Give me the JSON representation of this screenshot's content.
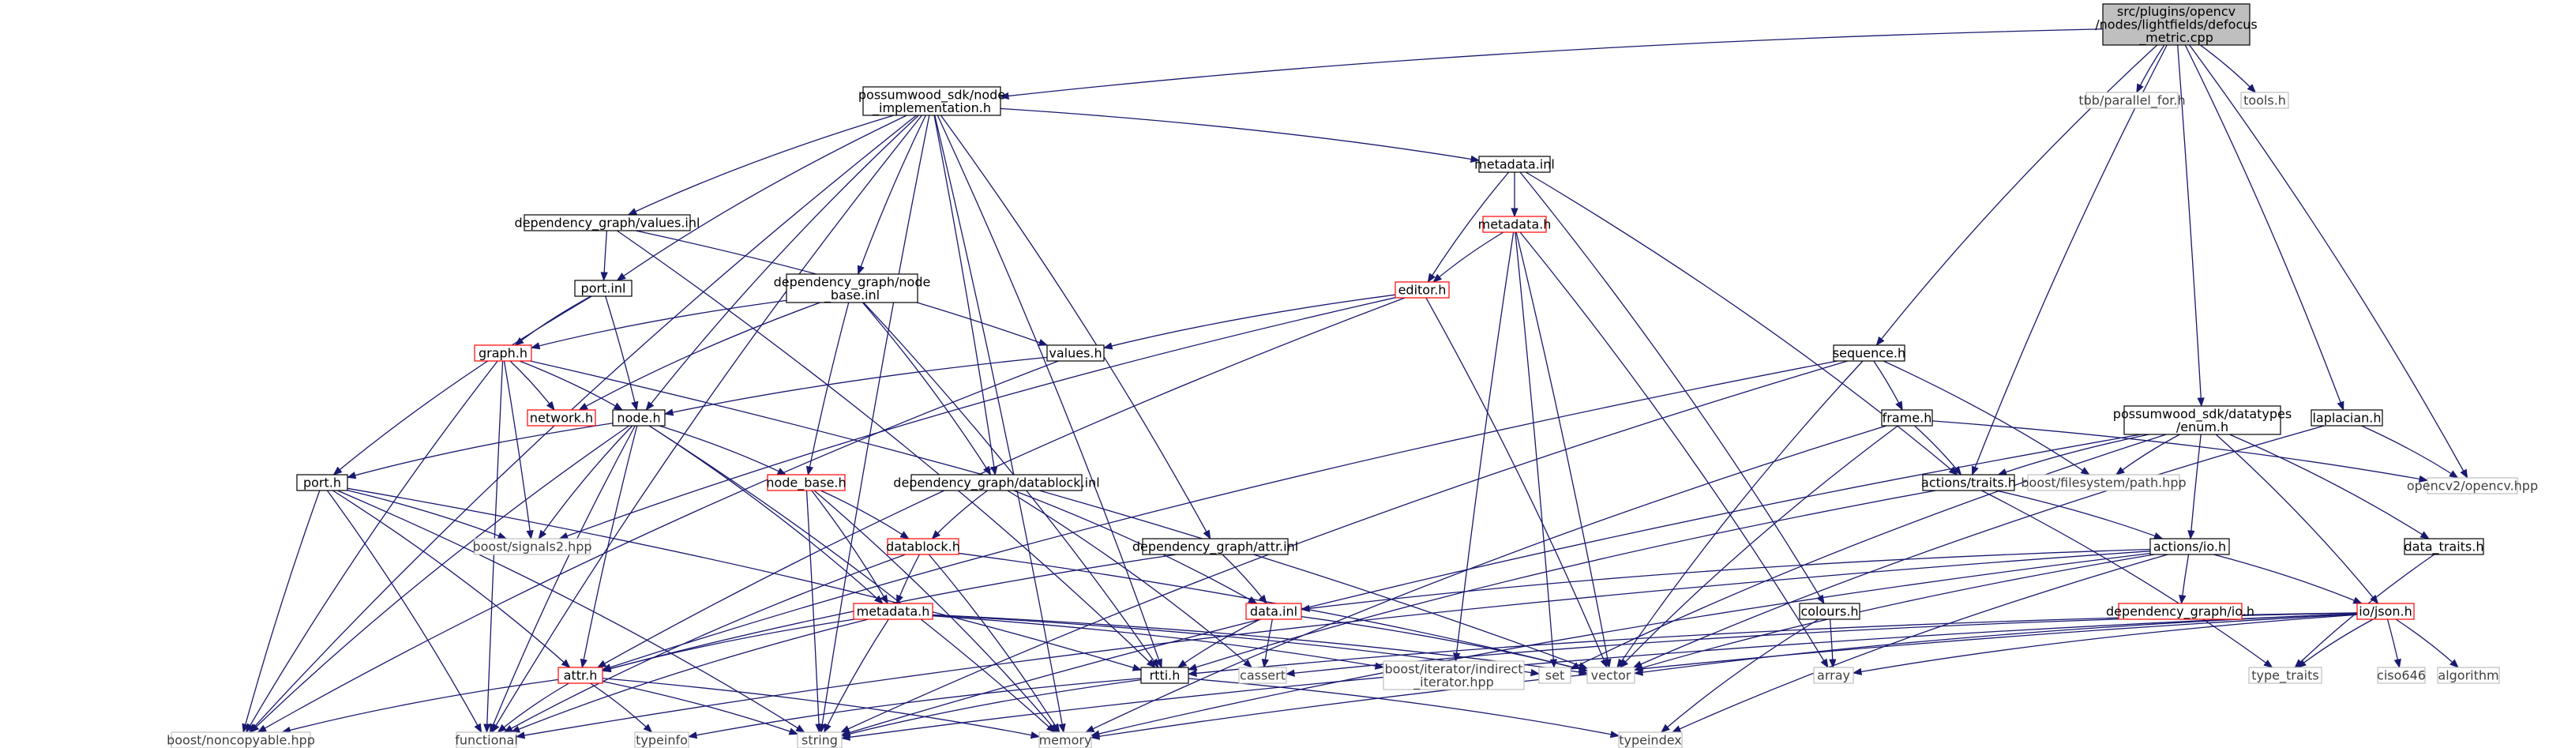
{
  "nodes": {
    "root": [
      "src/plugins/opencv",
      "/nodes/lightfields/defocus",
      "_metric.cpp"
    ],
    "impl": [
      "possumwood_sdk/node",
      "_implementation.h"
    ],
    "tbb": [
      "tbb/parallel_for.h"
    ],
    "tools": [
      "tools.h"
    ],
    "ocv": [
      "opencv2/opencv.hpp"
    ],
    "metainl": [
      "metadata.inl"
    ],
    "metah": [
      "metadata.h"
    ],
    "editor": [
      "editor.h"
    ],
    "valinl": [
      "dependency_graph/values.inl"
    ],
    "portinl": [
      "port.inl"
    ],
    "nbinl": [
      "dependency_graph/node",
      "_base.inl"
    ],
    "graphh": [
      "graph.h"
    ],
    "valuesh": [
      "values.h"
    ],
    "network": [
      "network.h"
    ],
    "nodeh": [
      "node.h"
    ],
    "porth": [
      "port.h"
    ],
    "nodebase": [
      "node_base.h"
    ],
    "dbinl": [
      "dependency_graph/datablock.inl"
    ],
    "signals": [
      "boost/signals2.hpp"
    ],
    "datablock": [
      "datablock.h"
    ],
    "attrinl": [
      "dependency_graph/attr.inl"
    ],
    "datainl": [
      "data.inl"
    ],
    "metadatah2": [
      "metadata.h"
    ],
    "attrh": [
      "attr.h"
    ],
    "rttih": [
      "rtti.h"
    ],
    "cassert": [
      "cassert"
    ],
    "iterh": [
      "boost/iterator/indirect",
      "_iterator.hpp"
    ],
    "set": [
      "set"
    ],
    "vector": [
      "vector"
    ],
    "noncopy": [
      "boost/noncopyable.hpp"
    ],
    "functional": [
      "functional"
    ],
    "typeinfo": [
      "typeinfo"
    ],
    "string": [
      "string"
    ],
    "memory": [
      "memory"
    ],
    "typeindex": [
      "typeindex"
    ],
    "sequence": [
      "sequence.h"
    ],
    "frame": [
      "frame.h"
    ],
    "traits": [
      "actions/traits.h"
    ],
    "fspath": [
      "boost/filesystem/path.hpp"
    ],
    "enumh": [
      "possumwood_sdk/datatypes",
      "/enum.h"
    ],
    "laplacian": [
      "laplacian.h"
    ],
    "datatraits": [
      "data_traits.h"
    ],
    "actionsio": [
      "actions/io.h"
    ],
    "dgio": [
      "dependency_graph/io.h"
    ],
    "jsonh": [
      "io/json.h"
    ],
    "colours": [
      "colours.h"
    ],
    "array": [
      "array"
    ],
    "typetraits": [
      "type_traits"
    ],
    "ciso": [
      "ciso646"
    ],
    "algorithm": [
      "algorithm"
    ]
  },
  "colors": {
    "edge": "#191970",
    "box_border": "#000000",
    "truncated_border": "#ff0000",
    "system_border": "#bfbfbf",
    "root_fill": "#bfbfbf",
    "text": "#000000",
    "system_text": "#3f3f3f"
  }
}
